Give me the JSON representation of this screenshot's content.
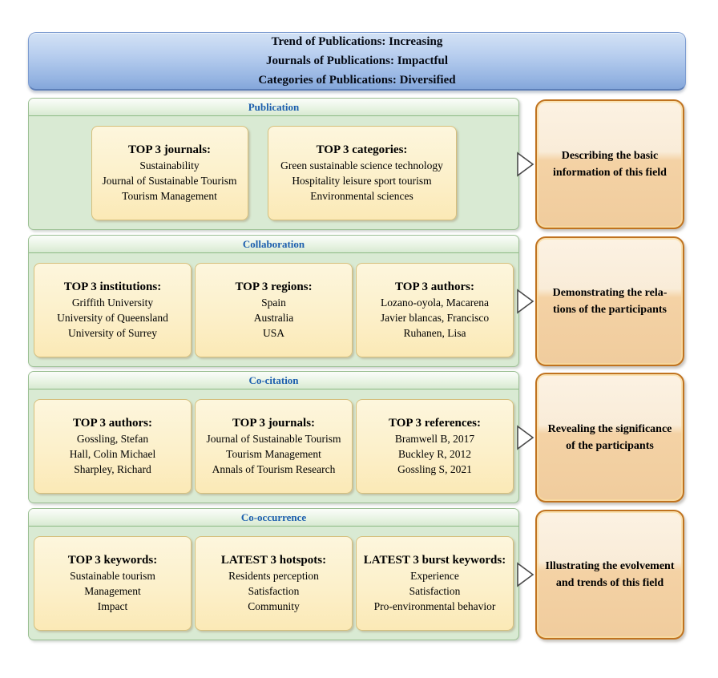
{
  "banner": {
    "lines": [
      "Trend of Publications: Increasing",
      "Journals of Publications: Impactful",
      "Categories of Publications: Diversified"
    ]
  },
  "sections": [
    {
      "title": "Publication",
      "boxes": [
        {
          "heading": "TOP 3 journals:",
          "items": [
            "Sustainability",
            "Journal of Sustainable Tourism",
            "Tourism Management"
          ]
        },
        {
          "heading": "TOP 3 categories:",
          "items": [
            "Green sustainable science technology",
            "Hospitality leisure sport tourism",
            "Environmental sciences"
          ]
        }
      ],
      "note_lines": [
        "Describing the basic",
        "information of this field"
      ]
    },
    {
      "title": "Collaboration",
      "boxes": [
        {
          "heading": "TOP 3 institutions:",
          "items": [
            "Griffith University",
            "University of Queensland",
            "University of Surrey"
          ]
        },
        {
          "heading": "TOP 3 regions:",
          "items": [
            "Spain",
            "Australia",
            "USA"
          ]
        },
        {
          "heading": "TOP 3 authors:",
          "items": [
            "Lozano-oyola, Macarena",
            "Javier blancas, Francisco",
            "Ruhanen, Lisa"
          ]
        }
      ],
      "note_lines": [
        "Demonstrating the rela-",
        "tions of the participants"
      ]
    },
    {
      "title": "Co-citation",
      "boxes": [
        {
          "heading": "TOP 3 authors:",
          "items": [
            "Gossling, Stefan",
            "Hall, Colin Michael",
            "Sharpley, Richard"
          ]
        },
        {
          "heading": "TOP 3 journals:",
          "items": [
            "Journal of Sustainable Tourism",
            "Tourism Management",
            "Annals of Tourism Research"
          ]
        },
        {
          "heading": "TOP 3 references:",
          "items": [
            "Bramwell B, 2017",
            "Buckley R, 2012",
            "Gossling S, 2021"
          ]
        }
      ],
      "note_lines": [
        "Revealing the significance",
        "of the participants"
      ]
    },
    {
      "title": "Co-occurrence",
      "boxes": [
        {
          "heading": "TOP 3 keywords:",
          "items": [
            "Sustainable tourism",
            "Management",
            "Impact"
          ]
        },
        {
          "heading": "LATEST 3 hotspots:",
          "items": [
            "Residents perception",
            "Satisfaction",
            "Community"
          ]
        },
        {
          "heading": "LATEST 3 burst keywords:",
          "items": [
            "Experience",
            "Satisfaction",
            "Pro-environmental behavior"
          ]
        }
      ],
      "note_lines": [
        "Illustrating the evolvement",
        "and trends of this field"
      ]
    }
  ],
  "colors": {
    "banner_top": "#d3e2f5",
    "banner_bottom": "#84a6da",
    "panel_green": "#d9ead3",
    "panel_border": "#9cc094",
    "section_title_blue": "#1d5fae",
    "card_top": "#fdf6dd",
    "card_bottom": "#fbe9b6",
    "card_border": "#d6bf7c",
    "note_top": "#fcf2e3",
    "note_bottom": "#f0cc9d",
    "note_border": "#c0731f"
  }
}
